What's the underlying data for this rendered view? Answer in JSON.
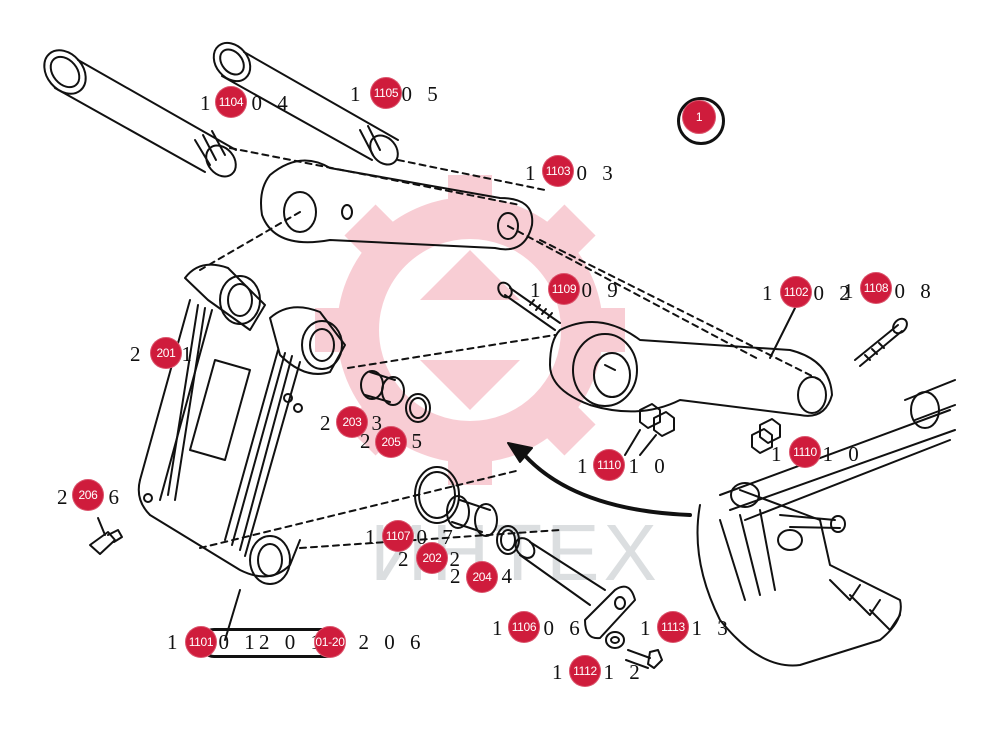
{
  "diagram": {
    "watermark": "ИНТЕХ",
    "hotspots": [
      {
        "id": "1",
        "text": "1"
      },
      {
        "id": "1104",
        "text": "1104",
        "label": "1 1 0 4"
      },
      {
        "id": "1105",
        "text": "1105",
        "label": "1 1 0 5"
      },
      {
        "id": "1103",
        "text": "1103",
        "label": "1 1 0 3"
      },
      {
        "id": "1109",
        "text": "1109",
        "label": "1 1 0 9"
      },
      {
        "id": "1102",
        "text": "1102",
        "label": "1 1 0 2"
      },
      {
        "id": "1108",
        "text": "1108",
        "label": "1 1 0 8"
      },
      {
        "id": "201",
        "text": "201",
        "label": "2 0 1"
      },
      {
        "id": "203",
        "text": "203",
        "label": "2 0 3"
      },
      {
        "id": "205",
        "text": "205",
        "label": "2 0 5"
      },
      {
        "id": "1110a",
        "text": "1110",
        "label": "1 1 1 0"
      },
      {
        "id": "1110b",
        "text": "1110",
        "label": "1 1 1 0"
      },
      {
        "id": "206",
        "text": "206",
        "label": "2 0 6"
      },
      {
        "id": "1107",
        "text": "1107",
        "label": "1 1 0 7"
      },
      {
        "id": "202",
        "text": "202",
        "label": "2 0 2"
      },
      {
        "id": "204",
        "text": "204",
        "label": "2 0 4"
      },
      {
        "id": "1106",
        "text": "1106",
        "label": "1 1 0 6"
      },
      {
        "id": "1113",
        "text": "1113",
        "label": "1 1 1 3"
      },
      {
        "id": "1112",
        "text": "1112",
        "label": "1 1 1 2"
      },
      {
        "id": "1101",
        "text": "1101",
        "label": "1 1 0 1"
      },
      {
        "id": "201-206",
        "text": "01-20",
        "label": "2 0 1 - 2 0 6"
      }
    ]
  }
}
